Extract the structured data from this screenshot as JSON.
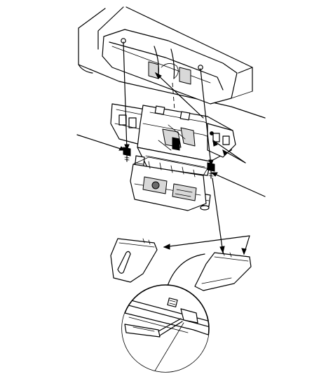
{
  "figure": {
    "kind": "exploded-assembly-illustration",
    "style": "black-line-art-on-white",
    "background": "#ffffff",
    "line_color": "#000000",
    "parts": [
      "roof-headliner-panel",
      "console-housing",
      "mounting-screw-left",
      "mounting-screw-right",
      "retaining-clip-left",
      "retaining-clip-right",
      "lens-cover-left",
      "lens-cover-right",
      "detail-magnifier-inset"
    ]
  }
}
